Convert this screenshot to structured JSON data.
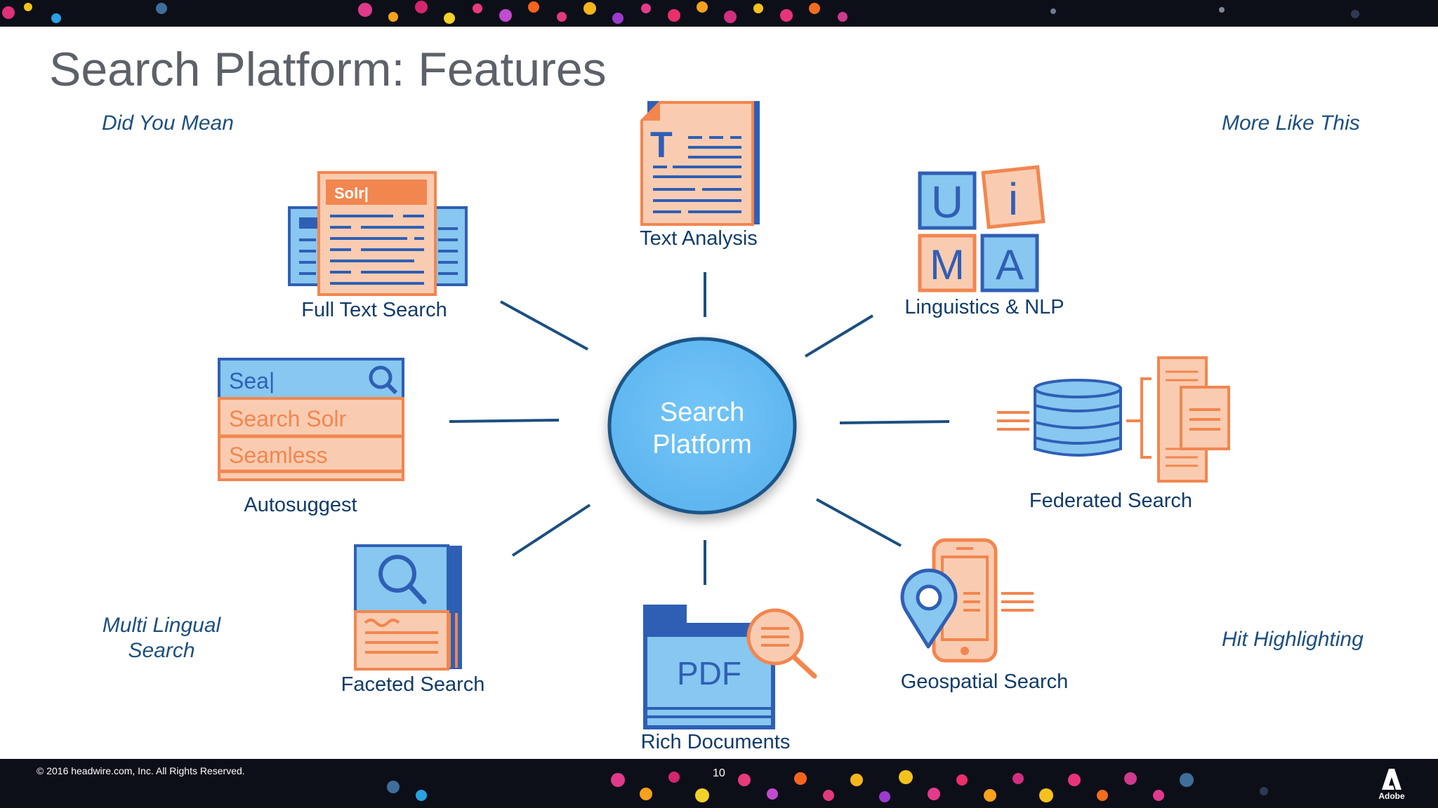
{
  "slide": {
    "title": "Search Platform: Features",
    "hub": {
      "line1": "Search",
      "line2": "Platform"
    },
    "corners": {
      "did_you_mean": "Did You Mean",
      "more_like_this": "More Like This",
      "multi_lingual_1": "Multi Lingual",
      "multi_lingual_2": "Search",
      "hit_highlighting": "Hit Highlighting"
    },
    "features": {
      "full_text": "Full Text Search",
      "text_analysis": "Text Analysis",
      "linguistics": "Linguistics & NLP",
      "autosuggest": "Autosuggest",
      "federated": "Federated Search",
      "faceted": "Faceted Search",
      "rich_documents": "Rich Documents",
      "geospatial": "Geospatial Search"
    },
    "icon_text": {
      "solr_tab": "Solr|",
      "search_box": "Sea|",
      "suggestion_1": "Search Solr",
      "suggestion_2": "Seamless",
      "uima_u": "U",
      "uima_i": "i",
      "uima_m": "M",
      "uima_a": "A",
      "text_t": "T",
      "pdf": "PDF"
    }
  },
  "footer": {
    "copyright": "© 2016 headwire.com, Inc.  All Rights Reserved.",
    "page": "10",
    "brand": "Adobe"
  },
  "colors": {
    "orange": "#f2864f",
    "orange_fill": "#f9ccb1",
    "blue": "#2f5fb5",
    "blue_fill": "#87c7f0",
    "hub_fill": "#66bdf4",
    "hub_stroke": "#1b5588",
    "spoke": "#1c4f7f"
  }
}
